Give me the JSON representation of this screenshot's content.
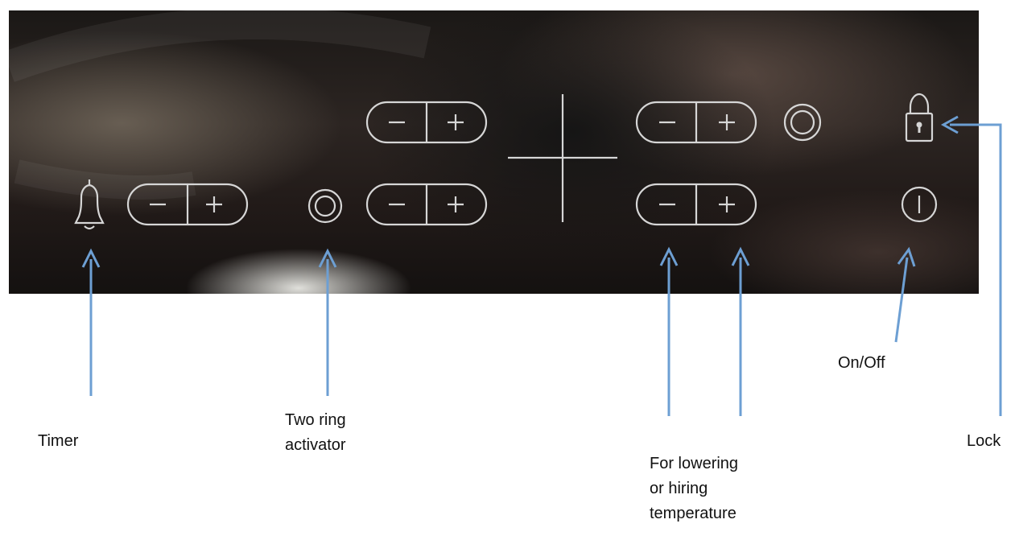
{
  "panel": {
    "controls": [
      {
        "name": "timer-bell-icon"
      },
      {
        "name": "timer-stepper",
        "minus": "−",
        "plus": "+"
      },
      {
        "name": "two-ring-icon"
      },
      {
        "name": "front-left-stepper",
        "minus": "−",
        "plus": "+"
      },
      {
        "name": "rear-left-stepper",
        "minus": "−",
        "plus": "+"
      },
      {
        "name": "rear-right-stepper",
        "minus": "−",
        "plus": "+"
      },
      {
        "name": "front-right-stepper",
        "minus": "−",
        "plus": "+"
      },
      {
        "name": "double-ring-icon"
      },
      {
        "name": "lock-icon"
      },
      {
        "name": "power-icon"
      }
    ]
  },
  "labels": {
    "timer": "Timer",
    "two_ring": [
      "Two ring",
      "activator"
    ],
    "temperature": [
      "For lowering",
      "or hiring",
      "temperature"
    ],
    "on_off": "On/Off",
    "lock": "Lock"
  },
  "colors": {
    "arrow": "#6d9fd3",
    "glyph": "#d6d6d6"
  }
}
